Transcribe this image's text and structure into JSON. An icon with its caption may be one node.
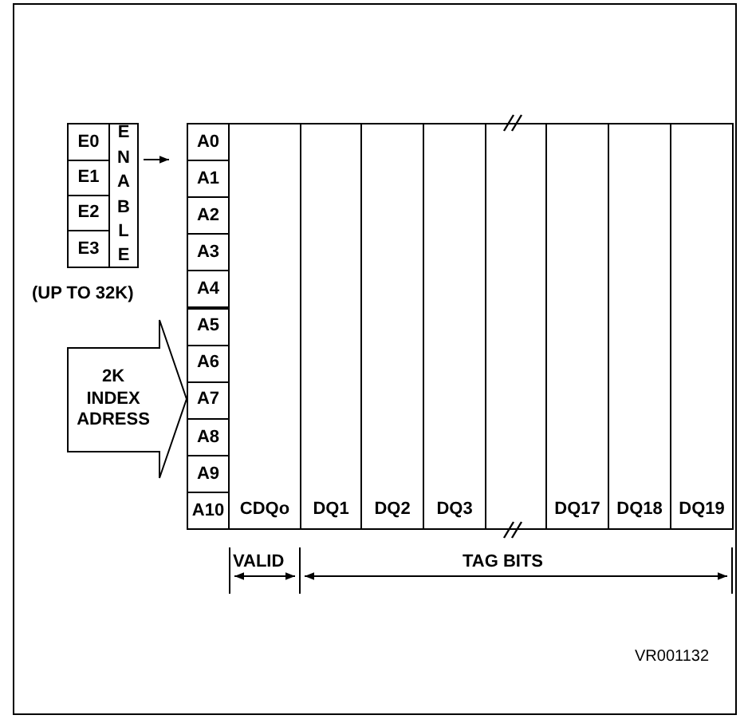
{
  "diagram": {
    "nodes": [
      {
        "text": [
          "E0"
        ]
      },
      {
        "text": [
          "E1"
        ]
      },
      {
        "text": [
          "E2"
        ]
      },
      {
        "text": [
          "E3"
        ]
      },
      {
        "text": [
          "ENABLE"
        ]
      },
      {
        "text": [
          "2K INDEX ADRESS"
        ]
      },
      {
        "text": [
          "A0"
        ]
      },
      {
        "text": [
          "A1"
        ]
      },
      {
        "text": [
          "A2"
        ]
      },
      {
        "text": [
          "A3"
        ]
      },
      {
        "text": [
          "A4"
        ]
      },
      {
        "text": [
          "A5"
        ]
      },
      {
        "text": [
          "A6"
        ]
      },
      {
        "text": [
          "A7"
        ]
      },
      {
        "text": [
          "A8"
        ]
      },
      {
        "text": [
          "A9"
        ]
      },
      {
        "text": [
          "A10"
        ]
      },
      {
        "text": [
          "CDQo"
        ]
      },
      {
        "text": [
          "DQ1"
        ]
      },
      {
        "text": [
          "DQ2"
        ]
      },
      {
        "text": [
          "DQ3"
        ]
      },
      {
        "text": [],
        "shape": "box"
      },
      {
        "text": [
          "DQ17"
        ]
      },
      {
        "text": [
          "DQ18"
        ]
      },
      {
        "text": [
          "DQ19"
        ]
      }
    ],
    "edges": [
      {
        "from": 4,
        "to": 6,
        "arrow": "to"
      }
    ],
    "labels": [
      "(UP TO 32K)",
      "VALID",
      "TAG BITS",
      "VR001132"
    ]
  }
}
